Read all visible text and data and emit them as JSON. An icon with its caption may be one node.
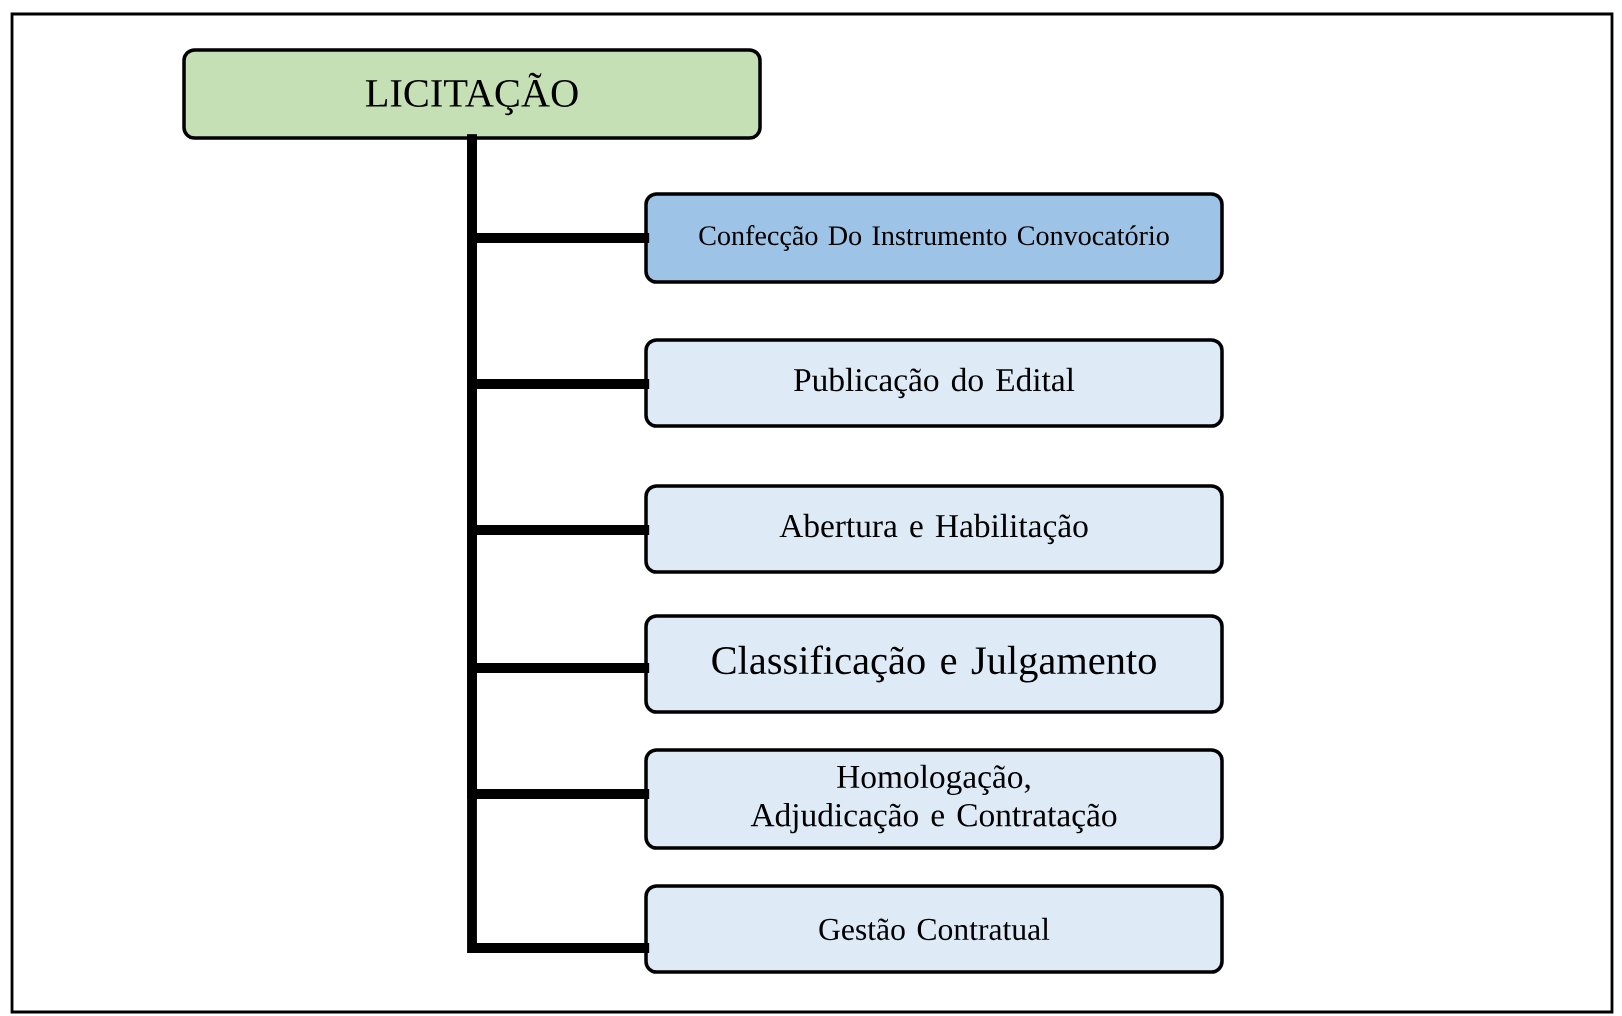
{
  "diagram": {
    "nodes": [
      {
        "text": [
          "LICITAÇÃO"
        ]
      },
      {
        "text": [
          "Confecção Do Instrumento Convocatório"
        ]
      },
      {
        "text": [
          "Publicação do Edital"
        ]
      },
      {
        "text": [
          "Abertura e Habilitação"
        ]
      },
      {
        "text": [
          "Classificação e Julgamento"
        ]
      },
      {
        "text": [
          "Homologação, Adjudicação e Contratação"
        ]
      },
      {
        "text": [
          "Gestão Contratual"
        ]
      }
    ],
    "edges": [
      {
        "from": 0,
        "to": 1,
        "arrow": "none"
      },
      {
        "from": 0,
        "to": 2,
        "arrow": "none"
      },
      {
        "from": 0,
        "to": 3,
        "arrow": "none"
      },
      {
        "from": 0,
        "to": 4,
        "arrow": "none"
      },
      {
        "from": 0,
        "to": 5,
        "arrow": "none"
      },
      {
        "from": 0,
        "to": 6,
        "arrow": "none"
      }
    ]
  }
}
